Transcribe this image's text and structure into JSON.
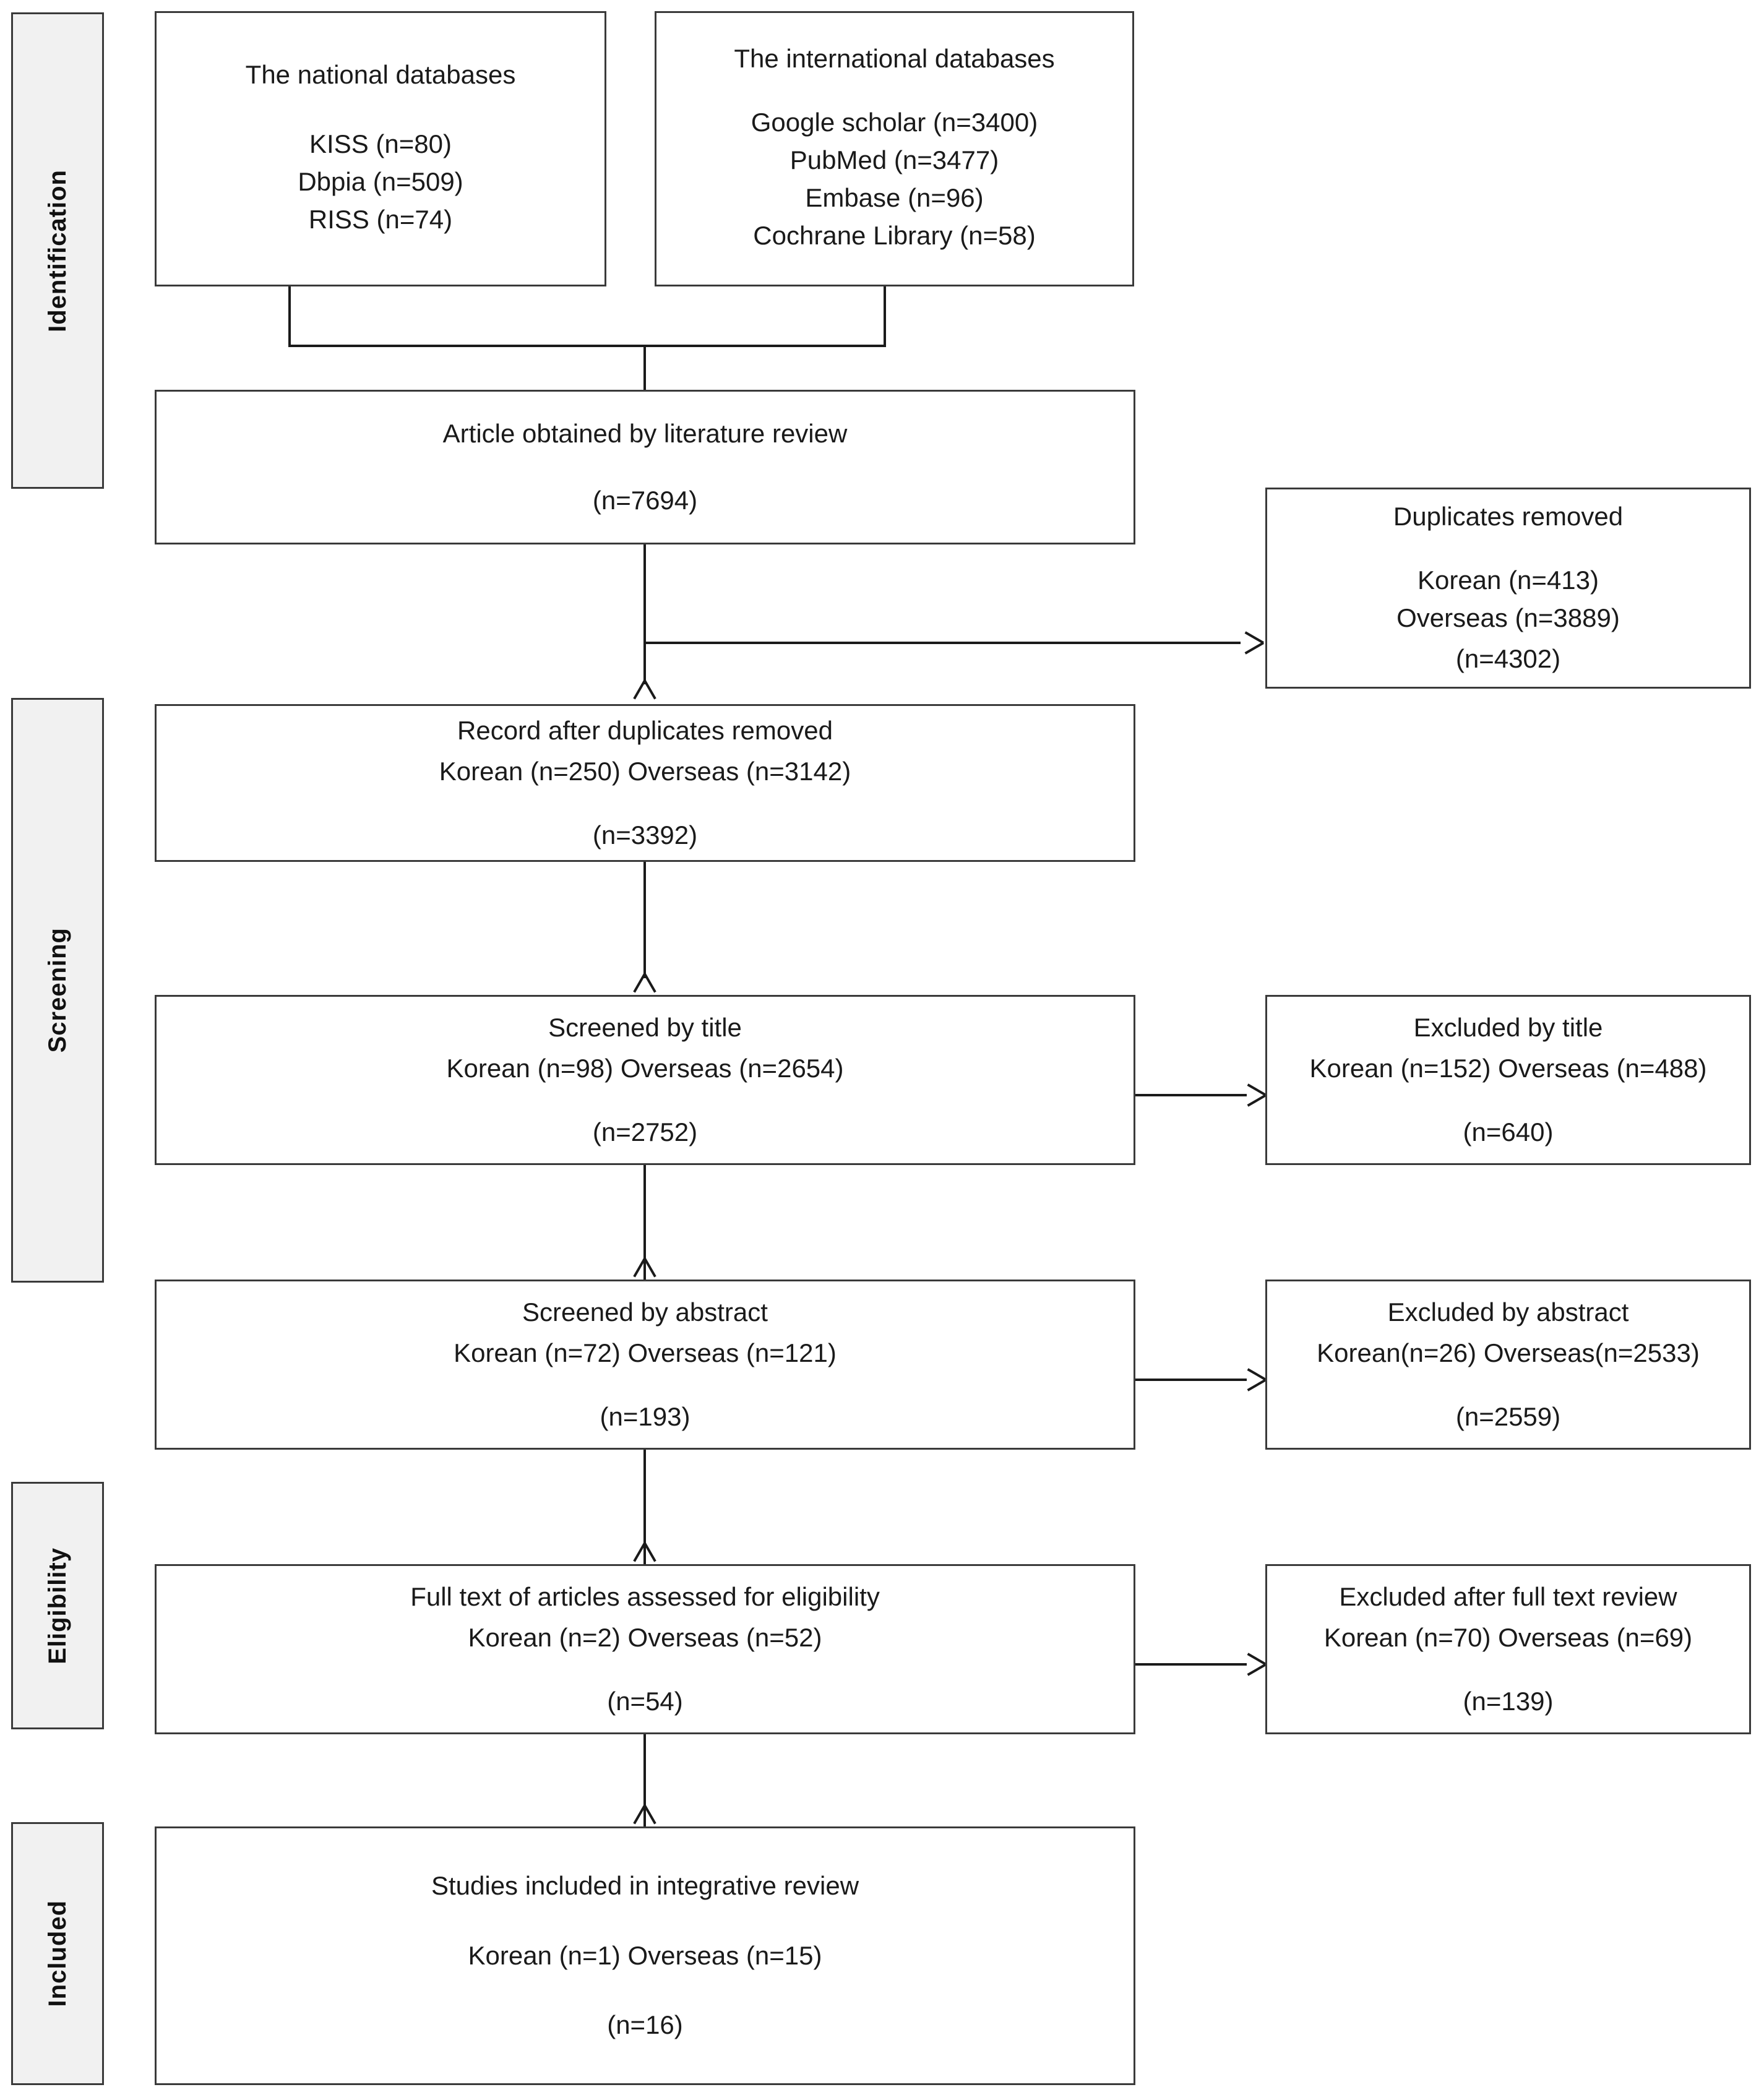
{
  "diagram": {
    "type": "prisma-flow-diagram",
    "phases": [
      {
        "id": "identification",
        "label": "Identification"
      },
      {
        "id": "screening",
        "label": "Screening"
      },
      {
        "id": "eligibility",
        "label": "Eligibility"
      },
      {
        "id": "included",
        "label": "Included"
      }
    ],
    "sources": {
      "national": {
        "title": "The national databases",
        "items": [
          "KISS (n=80)",
          "Dbpia (n=509)",
          "RISS (n=74)"
        ]
      },
      "international": {
        "title": "The international databases",
        "items": [
          "Google scholar (n=3400)",
          "PubMed (n=3477)",
          "Embase (n=96)",
          "Cochrane Library (n=58)"
        ]
      }
    },
    "main_steps": [
      {
        "id": "obtained",
        "title": "Article obtained by literature review",
        "breakdown": "",
        "total": "(n=7694)"
      },
      {
        "id": "after-duplicates",
        "title": "Record after duplicates removed",
        "breakdown": "Korean (n=250) Overseas (n=3142)",
        "total": "(n=3392)"
      },
      {
        "id": "screened-title",
        "title": "Screened by title",
        "breakdown": "Korean (n=98) Overseas (n=2654)",
        "total": "(n=2752)"
      },
      {
        "id": "screened-abstract",
        "title": "Screened by abstract",
        "breakdown": "Korean (n=72) Overseas (n=121)",
        "total": "(n=193)"
      },
      {
        "id": "full-text",
        "title": "Full text of articles assessed for eligibility",
        "breakdown": "Korean (n=2) Overseas (n=52)",
        "total": "(n=54)"
      },
      {
        "id": "included-studies",
        "title": "Studies included in integrative review",
        "breakdown": "Korean (n=1) Overseas (n=15)",
        "total": "(n=16)"
      }
    ],
    "exclusion_steps": [
      {
        "id": "duplicates-removed",
        "title": "Duplicates removed",
        "line1": "Korean (n=413)",
        "line2": "Overseas (n=3889)",
        "total": "(n=4302)"
      },
      {
        "id": "excluded-title",
        "title": "Excluded by title",
        "breakdown": "Korean (n=152) Overseas (n=488)",
        "total": "(n=640)"
      },
      {
        "id": "excluded-abstract",
        "title": "Excluded by abstract",
        "breakdown": "Korean(n=26) Overseas(n=2533)",
        "total": "(n=2559)"
      },
      {
        "id": "excluded-fulltext",
        "title": "Excluded after full text review",
        "breakdown": "Korean (n=70) Overseas (n=69)",
        "total": "(n=139)"
      }
    ],
    "colors": {
      "box_border": "#3a3a3a",
      "phase_fill": "#f1f1f1",
      "line": "#1a1a1a",
      "text": "#1a1a1a",
      "background": "#ffffff"
    }
  }
}
